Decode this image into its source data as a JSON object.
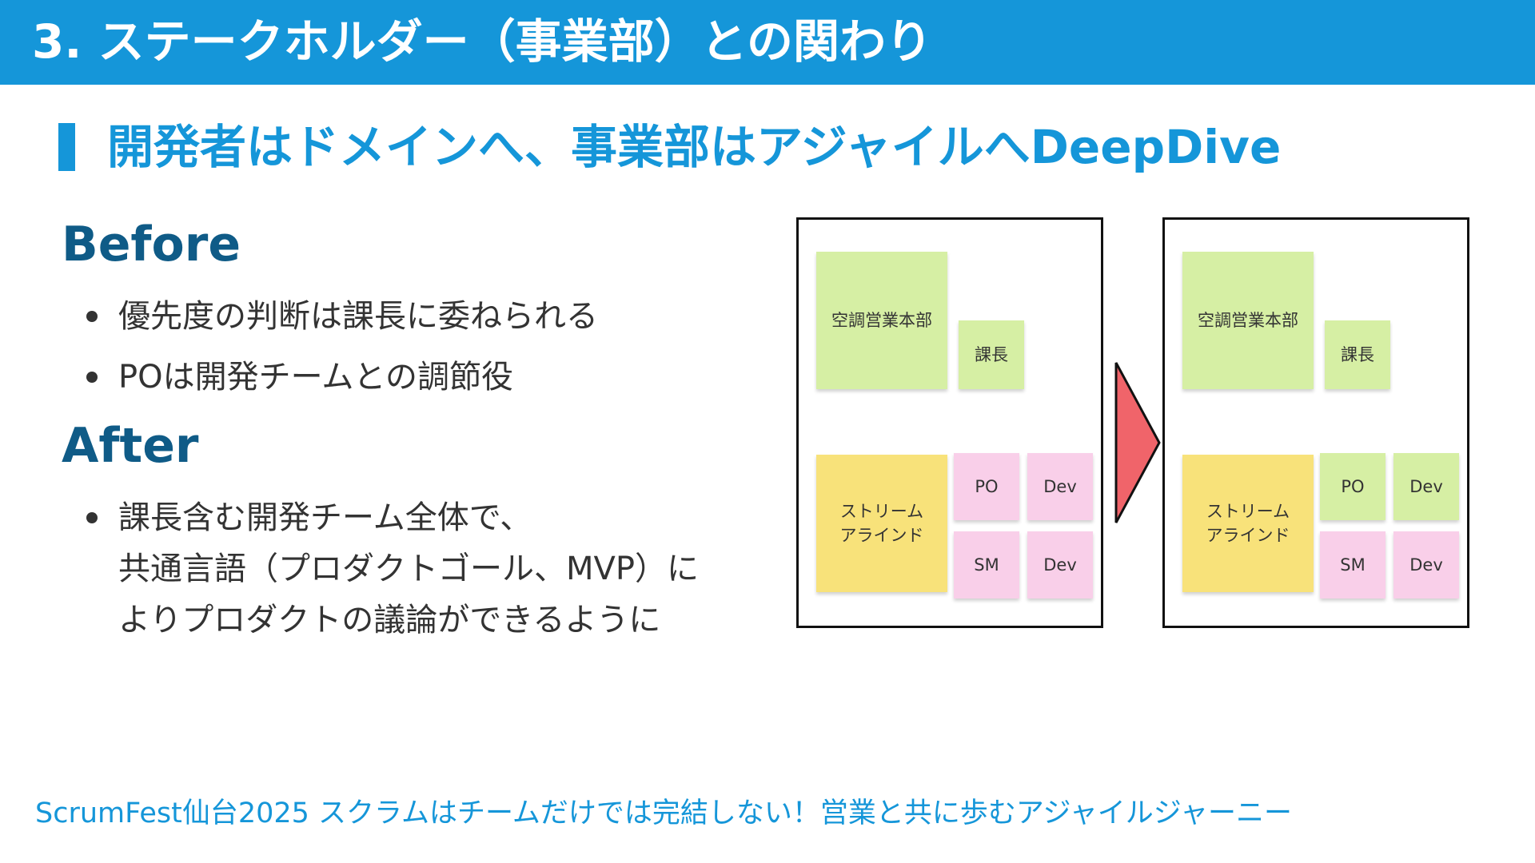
{
  "title": "3. ステークホルダー（事業部）との関わり",
  "subtitle": "開発者はドメインへ、事業部はアジャイルへDeepDive",
  "sections": {
    "before": {
      "heading": "Before",
      "bullets": [
        "優先度の判断は課長に委ねられる",
        "POは開発チームとの調節役"
      ]
    },
    "after": {
      "heading": "After",
      "bullet_lines": [
        "課長含む開発チーム全体で、",
        "共通言語（プロダクトゴール、MVP）に",
        "よりプロダクトの議論ができるように"
      ]
    }
  },
  "boards": {
    "before": {
      "division": "空調営業本部",
      "manager": "課長",
      "stream_line1": "ストリーム",
      "stream_line2": "アラインド",
      "po": "PO",
      "dev1": "Dev",
      "sm": "SM",
      "dev2": "Dev"
    },
    "after": {
      "division": "空調営業本部",
      "manager": "課長",
      "stream_line1": "ストリーム",
      "stream_line2": "アラインド",
      "po": "PO",
      "dev1": "Dev",
      "sm": "SM",
      "dev2": "Dev"
    }
  },
  "colors": {
    "title_bar": "#1596d9",
    "heading": "#0f5b87",
    "note_green": "#d6efa4",
    "note_yellow": "#f8e27a",
    "note_pink": "#f9cfe9",
    "arrow": "#f0646a"
  },
  "icons": {
    "transition": "right-arrow-icon"
  },
  "footer": "ScrumFest仙台2025 スクラムはチームだけでは完結しない！営業と共に歩むアジャイルジャーニー"
}
